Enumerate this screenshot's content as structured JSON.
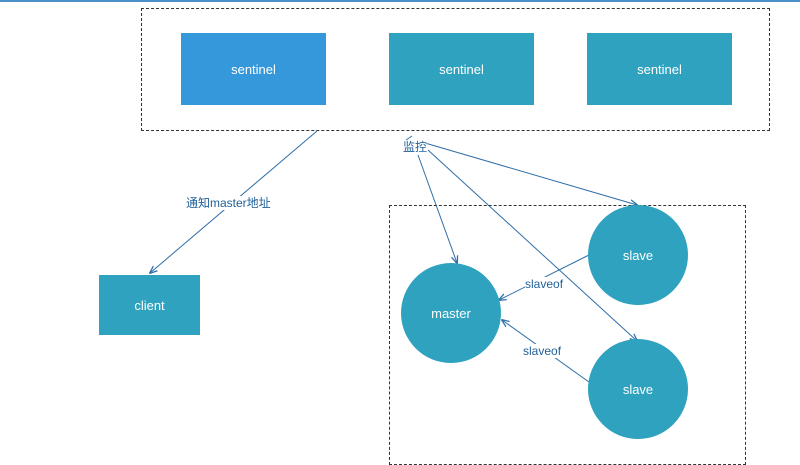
{
  "colors": {
    "sentinel_primary": "#3498db",
    "node_fill": "#2ea2bf",
    "line": "#2f6fa8"
  },
  "sentinels": [
    {
      "label": "sentinel"
    },
    {
      "label": "sentinel"
    },
    {
      "label": "sentinel"
    }
  ],
  "client": {
    "label": "client"
  },
  "master": {
    "label": "master"
  },
  "slaves": [
    {
      "label": "slave"
    },
    {
      "label": "slave"
    }
  ],
  "edges": {
    "notify": "通知master地址",
    "monitor": "监控",
    "replicate_top": "slaveof",
    "replicate_bottom": "slaveof"
  }
}
